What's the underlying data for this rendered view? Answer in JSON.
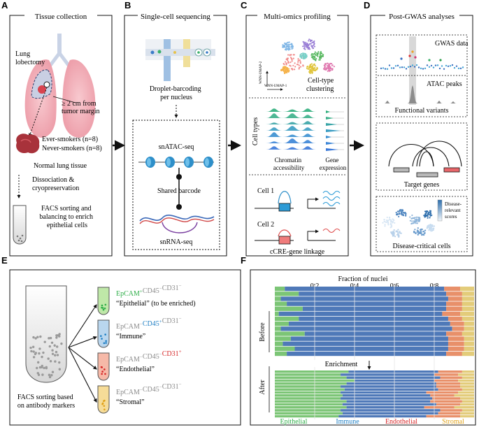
{
  "panels": {
    "A": {
      "letter": "A",
      "title": "Tissue collection",
      "lung_lobectomy": [
        "Lung",
        "lobectomy"
      ],
      "margin": [
        "≥ 2 cm from",
        "tumor margin"
      ],
      "ever_smokers": "Ever-smokers (n=8)",
      "never_smokers": "Never-smokers (n=8)",
      "normal_tissue": "Normal lung tissue",
      "dissociation": [
        "Dissociation &",
        "cryopreservation"
      ],
      "facs": [
        "FACS sorting and",
        "balancing to enrich",
        "epithelial cells"
      ]
    },
    "B": {
      "letter": "B",
      "title": "Single-cell sequencing",
      "droplet": [
        "Droplet-barcoding",
        "per nucleus"
      ],
      "snatac": "snATAC-seq",
      "shared": "Shared barcode",
      "snrna": "snRNA-seq"
    },
    "C": {
      "letter": "C",
      "title": "Multi-omics profiling",
      "umap_y": "WNN-UMAP-2",
      "umap_x": "WNN-UMAP-1",
      "clustering": [
        "Cell-type",
        "clustering"
      ],
      "cell_types": "Cell types",
      "chromatin": [
        "Chromatin",
        "accessibility"
      ],
      "gene_expr": [
        "Gene",
        "expression"
      ],
      "cell1": "Cell 1",
      "cell2": "Cell 2",
      "linkage": "cCRE-gene linkage"
    },
    "D": {
      "letter": "D",
      "title": "Post-GWAS analyses",
      "gwas": "GWAS data",
      "atac": "ATAC peaks",
      "functional": "Functional variants",
      "target": "Target genes",
      "disease_relevant": [
        "Disease-",
        "relevant",
        "scores"
      ],
      "critical": "Disease-critical cells"
    },
    "E": {
      "letter": "E",
      "facs": [
        "FACS sorting based",
        "on antibody markers"
      ],
      "groups": [
        {
          "m1": "EpCAM",
          "s1": "+",
          "m2": "CD45",
          "s2": "−",
          "m3": "CD31",
          "s3": "−",
          "label": "“Epithelial” (to be enriched)",
          "highlight": 1,
          "color": "#2fae49",
          "fill": "#bfe8a8"
        },
        {
          "m1": "EpCAM",
          "s1": "−",
          "m2": "CD45",
          "s2": "+",
          "m3": "CD31",
          "s3": "−",
          "label": "“Immune”",
          "highlight": 2,
          "color": "#1f7fc4",
          "fill": "#b9d6ee"
        },
        {
          "m1": "EpCAM",
          "s1": "−",
          "m2": "CD45",
          "s2": "−",
          "m3": "CD31",
          "s3": "+",
          "label": "“Endothelial”",
          "highlight": 3,
          "color": "#d62728",
          "fill": "#f6b9a8"
        },
        {
          "m1": "EpCAM",
          "s1": "−",
          "m2": "CD45",
          "s2": "−",
          "m3": "CD31",
          "s3": "−",
          "label": "“Stromal”",
          "highlight": 0,
          "color": "#e0a21a",
          "fill": "#f6dc98"
        }
      ]
    },
    "F": {
      "letter": "F",
      "xlabel": "Fraction of nuclei",
      "ticks": [
        "0.2",
        "0.4",
        "0.6",
        "0.8"
      ],
      "before": "Before",
      "after": "After",
      "enrichment": "Enrichment",
      "legend": [
        {
          "name": "Epithelial",
          "color": "#2fae49"
        },
        {
          "name": "Immune",
          "color": "#1f7fc4"
        },
        {
          "name": "Endothelial",
          "color": "#d62728"
        },
        {
          "name": "Stromal",
          "color": "#e0a21a"
        }
      ]
    }
  },
  "chart_data": {
    "type": "bar",
    "orientation": "horizontal-stacked",
    "xlabel": "Fraction of nuclei",
    "xlim": [
      0,
      1
    ],
    "categories": [
      "Epithelial",
      "Immune",
      "Endothelial",
      "Stromal"
    ],
    "colors": {
      "Epithelial": "#7cc576",
      "Immune": "#4f79b8",
      "Endothelial": "#e8906a",
      "Stromal": "#e3cc7a"
    },
    "groups": [
      {
        "name": "Before",
        "samples": [
          [
            0.05,
            0.8,
            0.08,
            0.07
          ],
          [
            0.12,
            0.74,
            0.08,
            0.06
          ],
          [
            0.03,
            0.84,
            0.07,
            0.06
          ],
          [
            0.06,
            0.8,
            0.08,
            0.06
          ],
          [
            0.14,
            0.72,
            0.08,
            0.06
          ],
          [
            0.02,
            0.82,
            0.09,
            0.07
          ],
          [
            0.12,
            0.75,
            0.07,
            0.06
          ],
          [
            0.07,
            0.81,
            0.07,
            0.05
          ],
          [
            0.03,
            0.86,
            0.06,
            0.05
          ],
          [
            0.15,
            0.71,
            0.08,
            0.06
          ],
          [
            0.08,
            0.79,
            0.08,
            0.05
          ],
          [
            0.04,
            0.83,
            0.08,
            0.05
          ],
          [
            0.1,
            0.77,
            0.08,
            0.05
          ],
          [
            0.06,
            0.8,
            0.08,
            0.06
          ]
        ]
      },
      {
        "name": "After",
        "samples": [
          [
            0.37,
            0.45,
            0.12,
            0.06
          ],
          [
            0.33,
            0.47,
            0.12,
            0.08
          ],
          [
            0.36,
            0.47,
            0.11,
            0.06
          ],
          [
            0.4,
            0.4,
            0.12,
            0.08
          ],
          [
            0.36,
            0.45,
            0.12,
            0.07
          ],
          [
            0.33,
            0.48,
            0.12,
            0.07
          ],
          [
            0.35,
            0.47,
            0.12,
            0.06
          ],
          [
            0.33,
            0.43,
            0.16,
            0.08
          ],
          [
            0.34,
            0.44,
            0.12,
            0.1
          ],
          [
            0.33,
            0.46,
            0.14,
            0.07
          ],
          [
            0.36,
            0.42,
            0.16,
            0.06
          ],
          [
            0.34,
            0.47,
            0.12,
            0.07
          ],
          [
            0.36,
            0.39,
            0.15,
            0.1
          ],
          [
            0.33,
            0.5,
            0.11,
            0.06
          ],
          [
            0.34,
            0.48,
            0.11,
            0.07
          ],
          [
            0.32,
            0.44,
            0.17,
            0.07
          ]
        ]
      }
    ]
  }
}
